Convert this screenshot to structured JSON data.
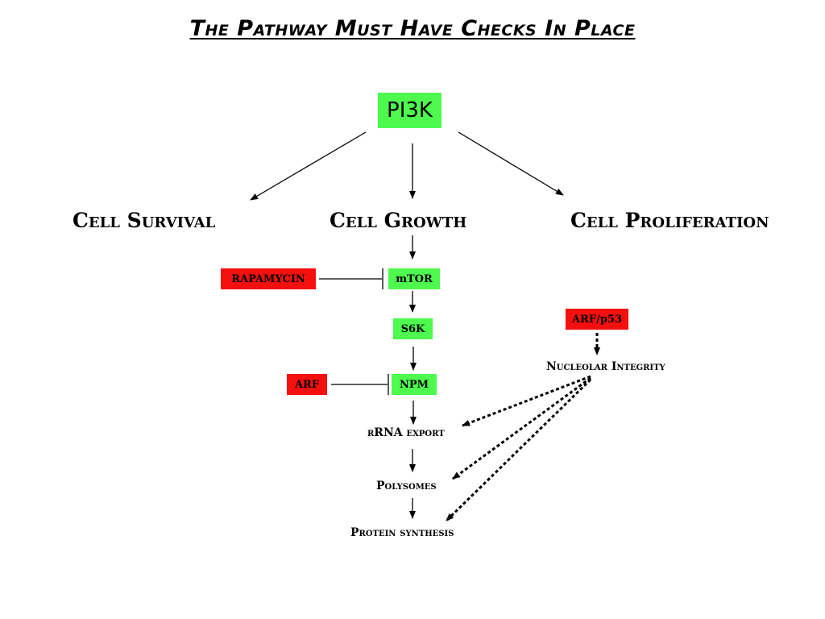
{
  "title": "The Pathway Must Have Checks In Place",
  "nodes": {
    "pi3k": "PI3K",
    "cell_survival": "Cell Survival",
    "cell_growth": "Cell Growth",
    "cell_proliferation": "Cell Proliferation",
    "rapamycin": "RAPAMYCIN",
    "mtor": "mTOR",
    "s6k": "S6K",
    "arf_p53": "ARF/p53",
    "nucleolar_integrity": "Nucleolar Integrity",
    "arf": "ARF",
    "npm": "NPM",
    "rrna_export": "rRNA export",
    "polysomes": "Polysomes",
    "protein_synthesis": "Protein synthesis"
  },
  "colors": {
    "activator": "#4dfa4d",
    "inhibitor": "#f50f0f"
  }
}
